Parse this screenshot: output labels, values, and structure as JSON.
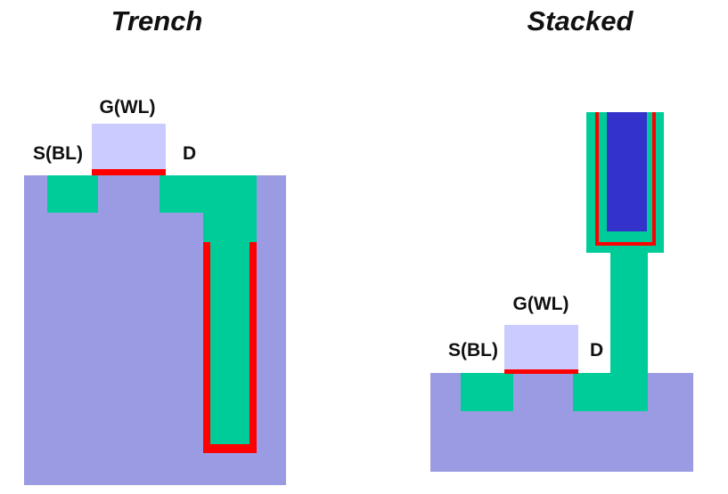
{
  "colors": {
    "substrate": "#9b9be3",
    "diffusion": "#00cc99",
    "oxide": "#ff0000",
    "gate": "#cccbff",
    "capacitor_plate": "#3333cc"
  },
  "panels": {
    "trench": {
      "title": "Trench",
      "gate_label": "G(WL)",
      "source_label": "S(BL)",
      "drain_label": "D"
    },
    "stacked": {
      "title": "Stacked",
      "gate_label": "G(WL)",
      "source_label": "S(BL)",
      "drain_label": "D"
    }
  }
}
